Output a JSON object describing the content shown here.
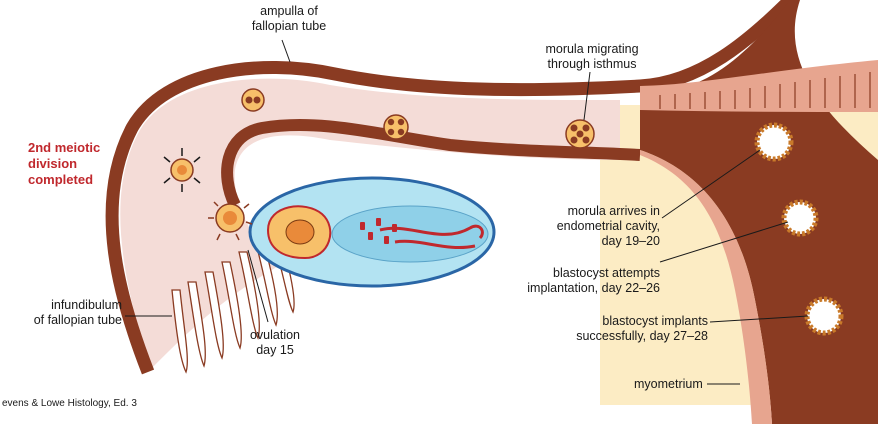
{
  "labels": {
    "ampulla": [
      "ampulla of",
      "fallopian tube"
    ],
    "morula_migrating": [
      "morula migrating",
      "through isthmus"
    ],
    "meiotic": [
      "2nd meiotic",
      "division",
      "completed"
    ],
    "morula_arrives": [
      "morula arrives in",
      "endometrial cavity,",
      "day 19–20"
    ],
    "blastocyst_attempts": [
      "blastocyst attempts",
      "implantation, day 22–26"
    ],
    "blastocyst_implants": [
      "blastocyst implants",
      "successfully, day 27–28"
    ],
    "infundibulum": [
      "infundibulum",
      "of fallopian tube"
    ],
    "ovulation": [
      "ovulation",
      "day 15"
    ],
    "myometrium": "myometrium",
    "credit": "evens & Lowe Histology, Ed. 3"
  },
  "colors": {
    "tube_wall": "#8a3b22",
    "tube_lumen": "#f4dcd7",
    "endometrium": "#fcecc4",
    "mucosa_folds": "#e39b86",
    "ovary_outer": "#b3e3f2",
    "ovary_rim": "#2a66a6",
    "accent_red": "#c0282d"
  }
}
